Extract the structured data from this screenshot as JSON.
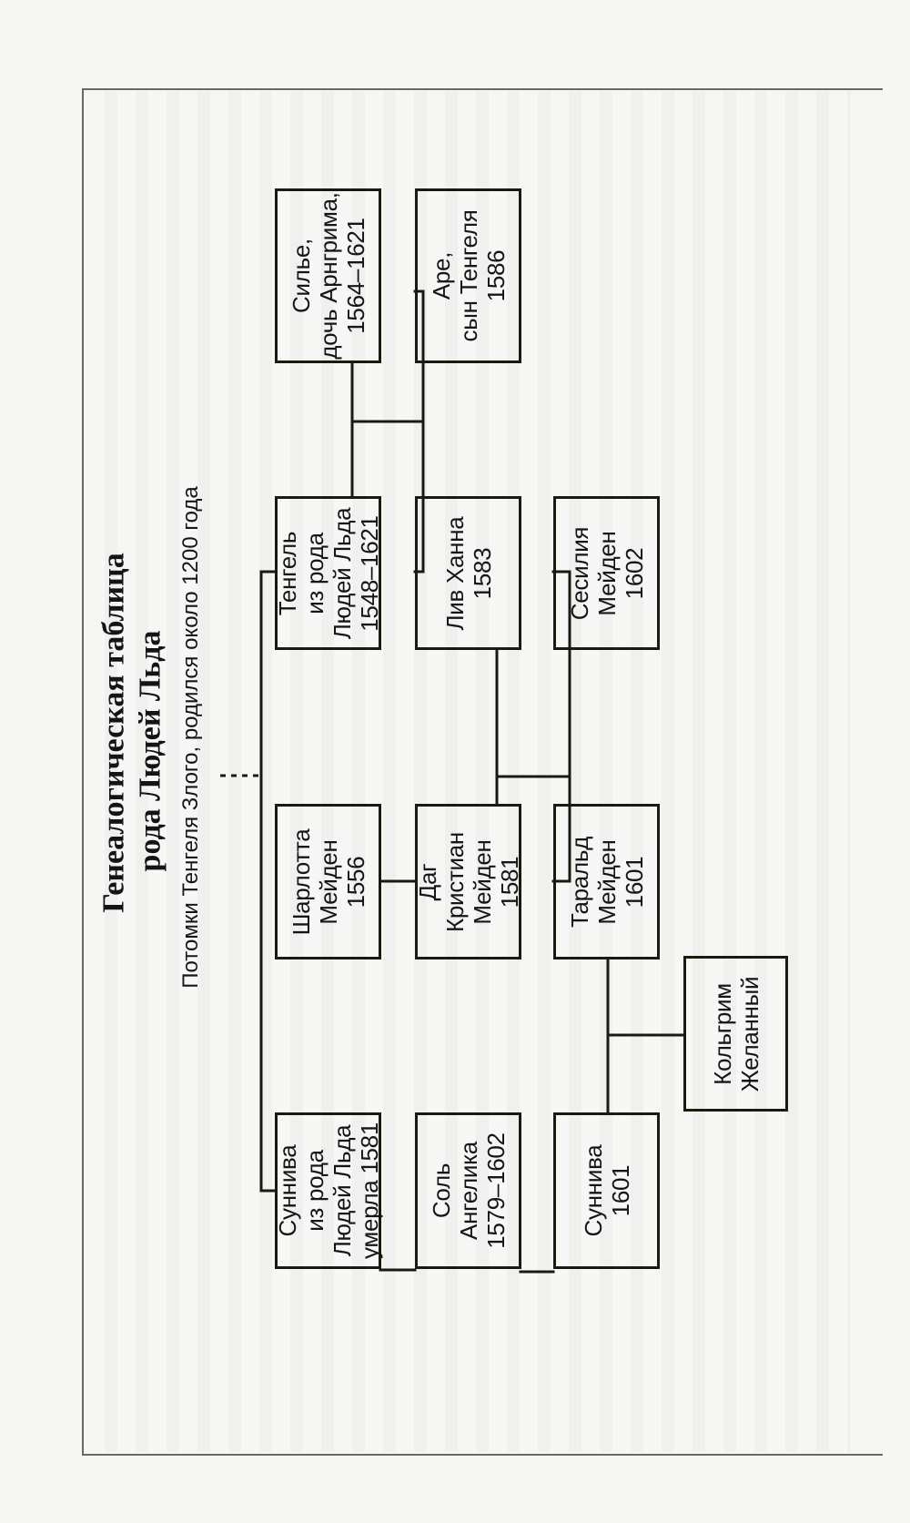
{
  "title": {
    "line1": "Генеалогическая таблица",
    "line2": "рода Людей Льда",
    "subtitle": "Потомки Тенгеля Злого, родился около 1200 года"
  },
  "colors": {
    "paper": "#f7f7f5",
    "ink": "#1c1a10",
    "frame": "#6a6a5c"
  },
  "persons": [
    {
      "id": "silje",
      "lines": [
        "Силье,",
        "дочь Арнгрима,",
        "1564–1621"
      ]
    },
    {
      "id": "are",
      "lines": [
        "Аре,",
        "сын Тенгеля",
        "1586"
      ]
    },
    {
      "id": "tengel",
      "lines": [
        "Тенгель",
        "из рода",
        "Людей Льда",
        "1548–1621"
      ]
    },
    {
      "id": "liv",
      "lines": [
        "Лив Ханна",
        "1583"
      ]
    },
    {
      "id": "cecilie",
      "lines": [
        "Сесилия",
        "Мейден",
        "1602"
      ]
    },
    {
      "id": "charlotte",
      "lines": [
        "Шарлотта",
        "Мейден",
        "1556"
      ]
    },
    {
      "id": "dag",
      "lines": [
        "Даг",
        "Кристиан",
        "Мейден",
        "1581"
      ]
    },
    {
      "id": "tarald",
      "lines": [
        "Таральд",
        "Мейден",
        "1601"
      ]
    },
    {
      "id": "kolgrim",
      "lines": [
        "Кольгрим",
        "Желанный"
      ]
    },
    {
      "id": "sunniva1",
      "lines": [
        "Суннива",
        "из рода",
        "Людей Льда",
        "умерла 1581"
      ]
    },
    {
      "id": "sol",
      "lines": [
        "Соль",
        "Ангелика",
        "1579–1602"
      ]
    },
    {
      "id": "sunniva2",
      "lines": [
        "Суннива",
        "1601"
      ]
    }
  ],
  "relations": [
    {
      "type": "ancestor-line",
      "from": "Тенгель Злой",
      "to": [
        "tengel",
        "sunniva1"
      ],
      "dashed_link": true
    },
    {
      "type": "marriage",
      "a": "silje",
      "b": "tengel"
    },
    {
      "type": "children",
      "parents": [
        "silje",
        "tengel"
      ],
      "children": [
        "are",
        "liv"
      ]
    },
    {
      "type": "marriage",
      "a": "charlotte",
      "b": "dag"
    },
    {
      "type": "marriage",
      "a": "liv",
      "b": "dag"
    },
    {
      "type": "children",
      "parents": [
        "liv",
        "dag"
      ],
      "children": [
        "cecilie",
        "tarald"
      ]
    },
    {
      "type": "marriage",
      "a": "sunniva1",
      "b": "sol"
    },
    {
      "type": "parent",
      "a": "sol",
      "b": "sunniva2"
    },
    {
      "type": "marriage",
      "a": "tarald",
      "b": "sunniva2"
    },
    {
      "type": "children",
      "parents": [
        "tarald",
        "sunniva2"
      ],
      "children": [
        "kolgrim"
      ]
    }
  ]
}
